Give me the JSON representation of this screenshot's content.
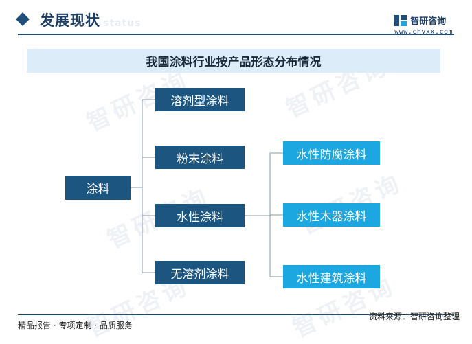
{
  "header": {
    "title": "发展现状",
    "ghost_text": "status"
  },
  "brand": {
    "name": "智研咨询",
    "url": "www.chyxx.com"
  },
  "diagram": {
    "title": "我国涂料行业按产品形态分布情况",
    "root": "涂料",
    "level1": [
      "溶剂型涂料",
      "粉末涂料",
      "水性涂料",
      "无溶剂涂料"
    ],
    "level2": [
      "水性防腐涂料",
      "水性木器涂料",
      "水性建筑涂料"
    ]
  },
  "watermark": "智研咨询",
  "footer": {
    "left": "精品报告 · 专项定制 · 品质服务",
    "right": "资料来源：智研咨询整理"
  },
  "colors": {
    "dark_box": "#1b5580",
    "light_box": "#1da7e0",
    "title_band": "#dcecf8",
    "accent": "#1f4e79"
  }
}
